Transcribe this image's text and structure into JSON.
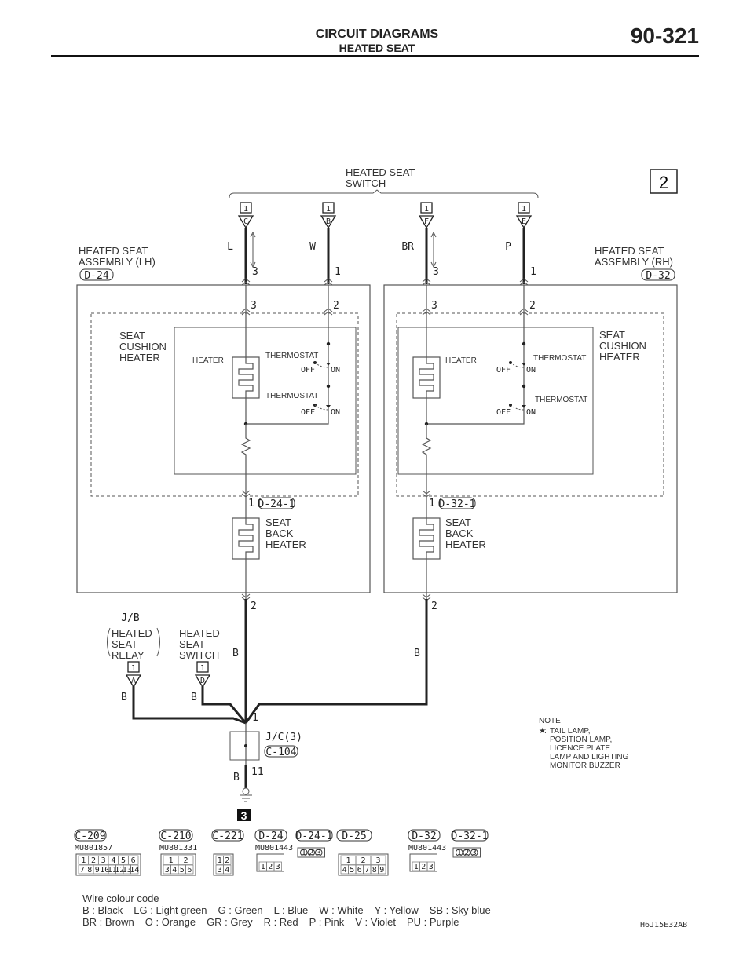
{
  "header": {
    "section": "CIRCUIT DIAGRAMS",
    "subsection": "HEATED SEAT",
    "page_number": "90-321"
  },
  "page_marker": "2",
  "next_marker": "3",
  "switch": {
    "label_line1": "HEATED SEAT",
    "label_line2": "SWITCH",
    "terminals": [
      {
        "connector": "1",
        "pin": "C",
        "wire": "L",
        "seat_pin": "3"
      },
      {
        "connector": "1",
        "pin": "B",
        "wire": "W",
        "seat_pin": "1"
      },
      {
        "connector": "1",
        "pin": "F",
        "wire": "BR",
        "seat_pin": "3"
      },
      {
        "connector": "1",
        "pin": "E",
        "wire": "P",
        "seat_pin": "1"
      }
    ]
  },
  "lh": {
    "title_line1": "HEATED SEAT",
    "title_line2": "ASSEMBLY (LH)",
    "connector": "D-24",
    "inner_pins": [
      "3",
      "2"
    ],
    "cushion_line1": "SEAT",
    "cushion_line2": "CUSHION",
    "cushion_line3": "HEATER",
    "heater": "HEATER",
    "thermostat": "THERMOSTAT",
    "off": "OFF",
    "on": "ON",
    "back_pin": "1",
    "back_connector": "D-24-1",
    "back_line1": "SEAT",
    "back_line2": "BACK",
    "back_line3": "HEATER",
    "out_pin": "2",
    "out_wire": "B"
  },
  "rh": {
    "title_line1": "HEATED SEAT",
    "title_line2": "ASSEMBLY (RH)",
    "connector": "D-32",
    "inner_pins": [
      "3",
      "2"
    ],
    "cushion_line1": "SEAT",
    "cushion_line2": "CUSHION",
    "cushion_line3": "HEATER",
    "heater": "HEATER",
    "thermostat": "THERMOSTAT",
    "off": "OFF",
    "on": "ON",
    "back_pin": "1",
    "back_connector": "D-32-1",
    "back_line1": "SEAT",
    "back_line2": "BACK",
    "back_line3": "HEATER",
    "out_pin": "2",
    "out_wire": "B"
  },
  "jb": {
    "label": "J/B",
    "relay_line1": "HEATED",
    "relay_line2": "SEAT",
    "relay_line3": "RELAY",
    "relay_connector": "1",
    "relay_pin": "A",
    "relay_wire": "B",
    "switch_line1": "HEATED",
    "switch_line2": "SEAT",
    "switch_line3": "SWITCH",
    "switch_connector": "1",
    "switch_pin": "D",
    "switch_wire": "B"
  },
  "jc": {
    "label": "J/C(3)",
    "connector": "C-104",
    "in_pin": "1",
    "out_pin": "11",
    "ground_wire": "B"
  },
  "note": {
    "title": "NOTE",
    "symbol": "★",
    "lines": [
      "TAIL LAMP,",
      "POSITION LAMP,",
      "LICENCE PLATE",
      "LAMP AND LIGHTING",
      "MONITOR BUZZER"
    ]
  },
  "connectors": [
    {
      "id": "C-209",
      "part": "MU801857",
      "pins_top": [
        "1",
        "2",
        "3",
        "4",
        "5",
        "6"
      ],
      "pins_bottom": [
        "7",
        "8",
        "9",
        "10",
        "11",
        "12",
        "13",
        "14"
      ]
    },
    {
      "id": "C-210",
      "part": "MU801331",
      "pins_top": [
        "1",
        "2"
      ],
      "pins_bottom": [
        "3",
        "4",
        "5",
        "6"
      ]
    },
    {
      "id": "C-221",
      "part": "",
      "pins_top": [
        "1",
        "2"
      ],
      "pins_bottom": [
        "3",
        "4"
      ]
    },
    {
      "id": "D-24",
      "part": "MU801443",
      "pins_top": [],
      "pins_bottom": [
        "1",
        "2",
        "3"
      ]
    },
    {
      "id": "D-24-1",
      "part": "",
      "pins_top": [],
      "pins_bottom": [
        "1",
        "2",
        "3"
      ]
    },
    {
      "id": "D-25",
      "part": "",
      "pins_top": [
        "1",
        "2",
        "3"
      ],
      "pins_bottom": [
        "4",
        "5",
        "6",
        "7",
        "8",
        "9"
      ]
    },
    {
      "id": "D-32",
      "part": "MU801443",
      "pins_top": [],
      "pins_bottom": [
        "1",
        "2",
        "3"
      ]
    },
    {
      "id": "D-32-1",
      "part": "",
      "pins_top": [],
      "pins_bottom": [
        "1",
        "2",
        "3"
      ]
    }
  ],
  "wire_code": {
    "title": "Wire colour code",
    "row1": [
      "B : Black",
      "LG : Light green",
      "G : Green",
      "L : Blue",
      "W : White",
      "Y : Yellow",
      "SB : Sky blue"
    ],
    "row2": [
      "BR : Brown",
      "O : Orange",
      "GR : Grey",
      "R : Red",
      "P : Pink",
      "V : Violet",
      "PU : Purple"
    ]
  },
  "figure_id": "H6J15E32AB"
}
